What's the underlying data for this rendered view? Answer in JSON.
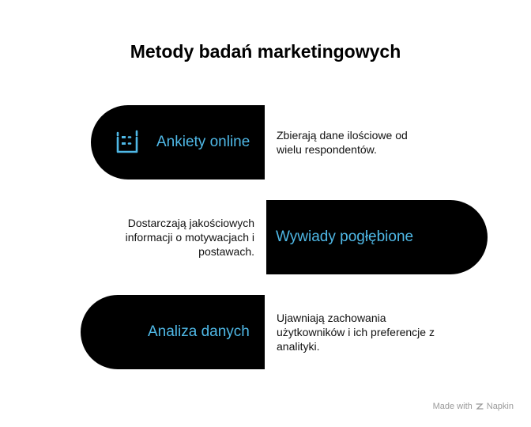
{
  "title": "Metody badań marketingowych",
  "items": [
    {
      "label": "Ankiety online",
      "description": "Zbierają dane ilościowe od wielu respondentów.",
      "icon": "survey-form-icon"
    },
    {
      "label": "Wywiady pogłębione",
      "description": "Dostarczają jakościowych informacji o motywacjach i postawach.",
      "icon": null
    },
    {
      "label": "Analiza danych",
      "description": "Ujawniają zachowania użytkowników i ich preferencje z analityki.",
      "icon": null
    }
  ],
  "footer": {
    "made_with": "Made with",
    "brand": "Napkin"
  },
  "colors": {
    "pill_background": "#000000",
    "label_text": "#4fb8e6",
    "icon_stroke": "#4fb8e6",
    "footer_text": "#9a9a9a"
  }
}
